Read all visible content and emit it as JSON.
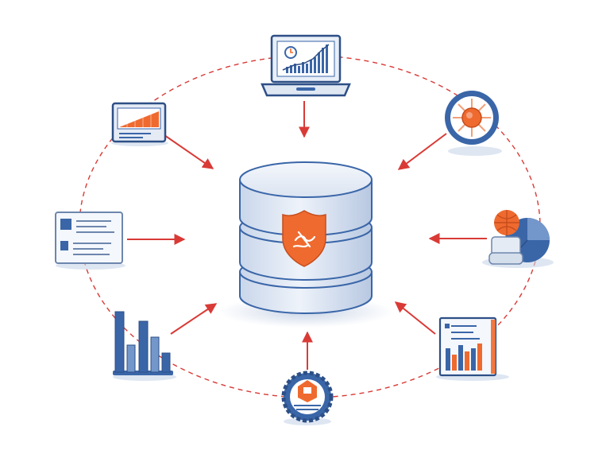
{
  "diagram": {
    "hub": {
      "icon": "database-shield-icon"
    },
    "nodes": [
      {
        "id": "laptop-analytics",
        "icon": "laptop-chart-icon"
      },
      {
        "id": "dial-target",
        "icon": "target-dial-icon"
      },
      {
        "id": "spheres-stand",
        "icon": "sphere-pie-icon"
      },
      {
        "id": "report-document",
        "icon": "report-chart-icon"
      },
      {
        "id": "gear-settings",
        "icon": "gear-icon"
      },
      {
        "id": "bar-columns",
        "icon": "bar-columns-icon"
      },
      {
        "id": "document-text",
        "icon": "text-document-icon"
      },
      {
        "id": "monitor-chart",
        "icon": "monitor-chart-icon"
      }
    ],
    "colors": {
      "primary_blue": "#3a66a8",
      "light_blue": "#dfe7f3",
      "accent_orange": "#ef6a2f",
      "arrow_red": "#d93a36",
      "outline": "#2d4f86"
    }
  }
}
